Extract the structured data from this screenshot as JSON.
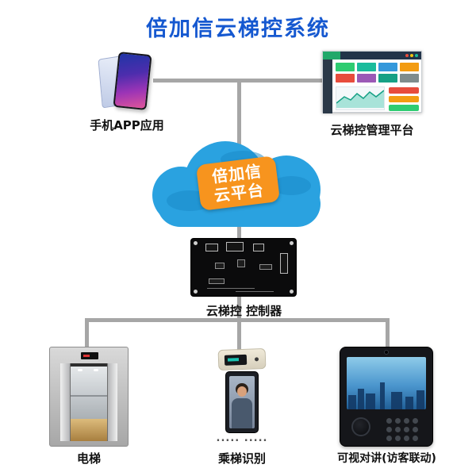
{
  "title": "倍加信云梯控系统",
  "colors": {
    "title-blue": "#1558d0",
    "line-gray": "#a6a6a6",
    "cloud-blue": "#2aa2e0",
    "cloud-dark": "#1787c6",
    "badge-orange": "#f7941e",
    "label-dark": "#111111"
  },
  "nodes": {
    "phone": {
      "label": "手机APP应用"
    },
    "platform": {
      "label": "云梯控管理平台"
    },
    "cloud_badge": {
      "line1": "倍加信",
      "line2": "云平台"
    },
    "controller": {
      "label": "云梯控  控制器"
    },
    "elevator": {
      "label": "电梯"
    },
    "recognition": {
      "label": "乘梯识别",
      "dots": "..... ....."
    },
    "intercom": {
      "label": "可视对讲(访客联动)"
    }
  }
}
